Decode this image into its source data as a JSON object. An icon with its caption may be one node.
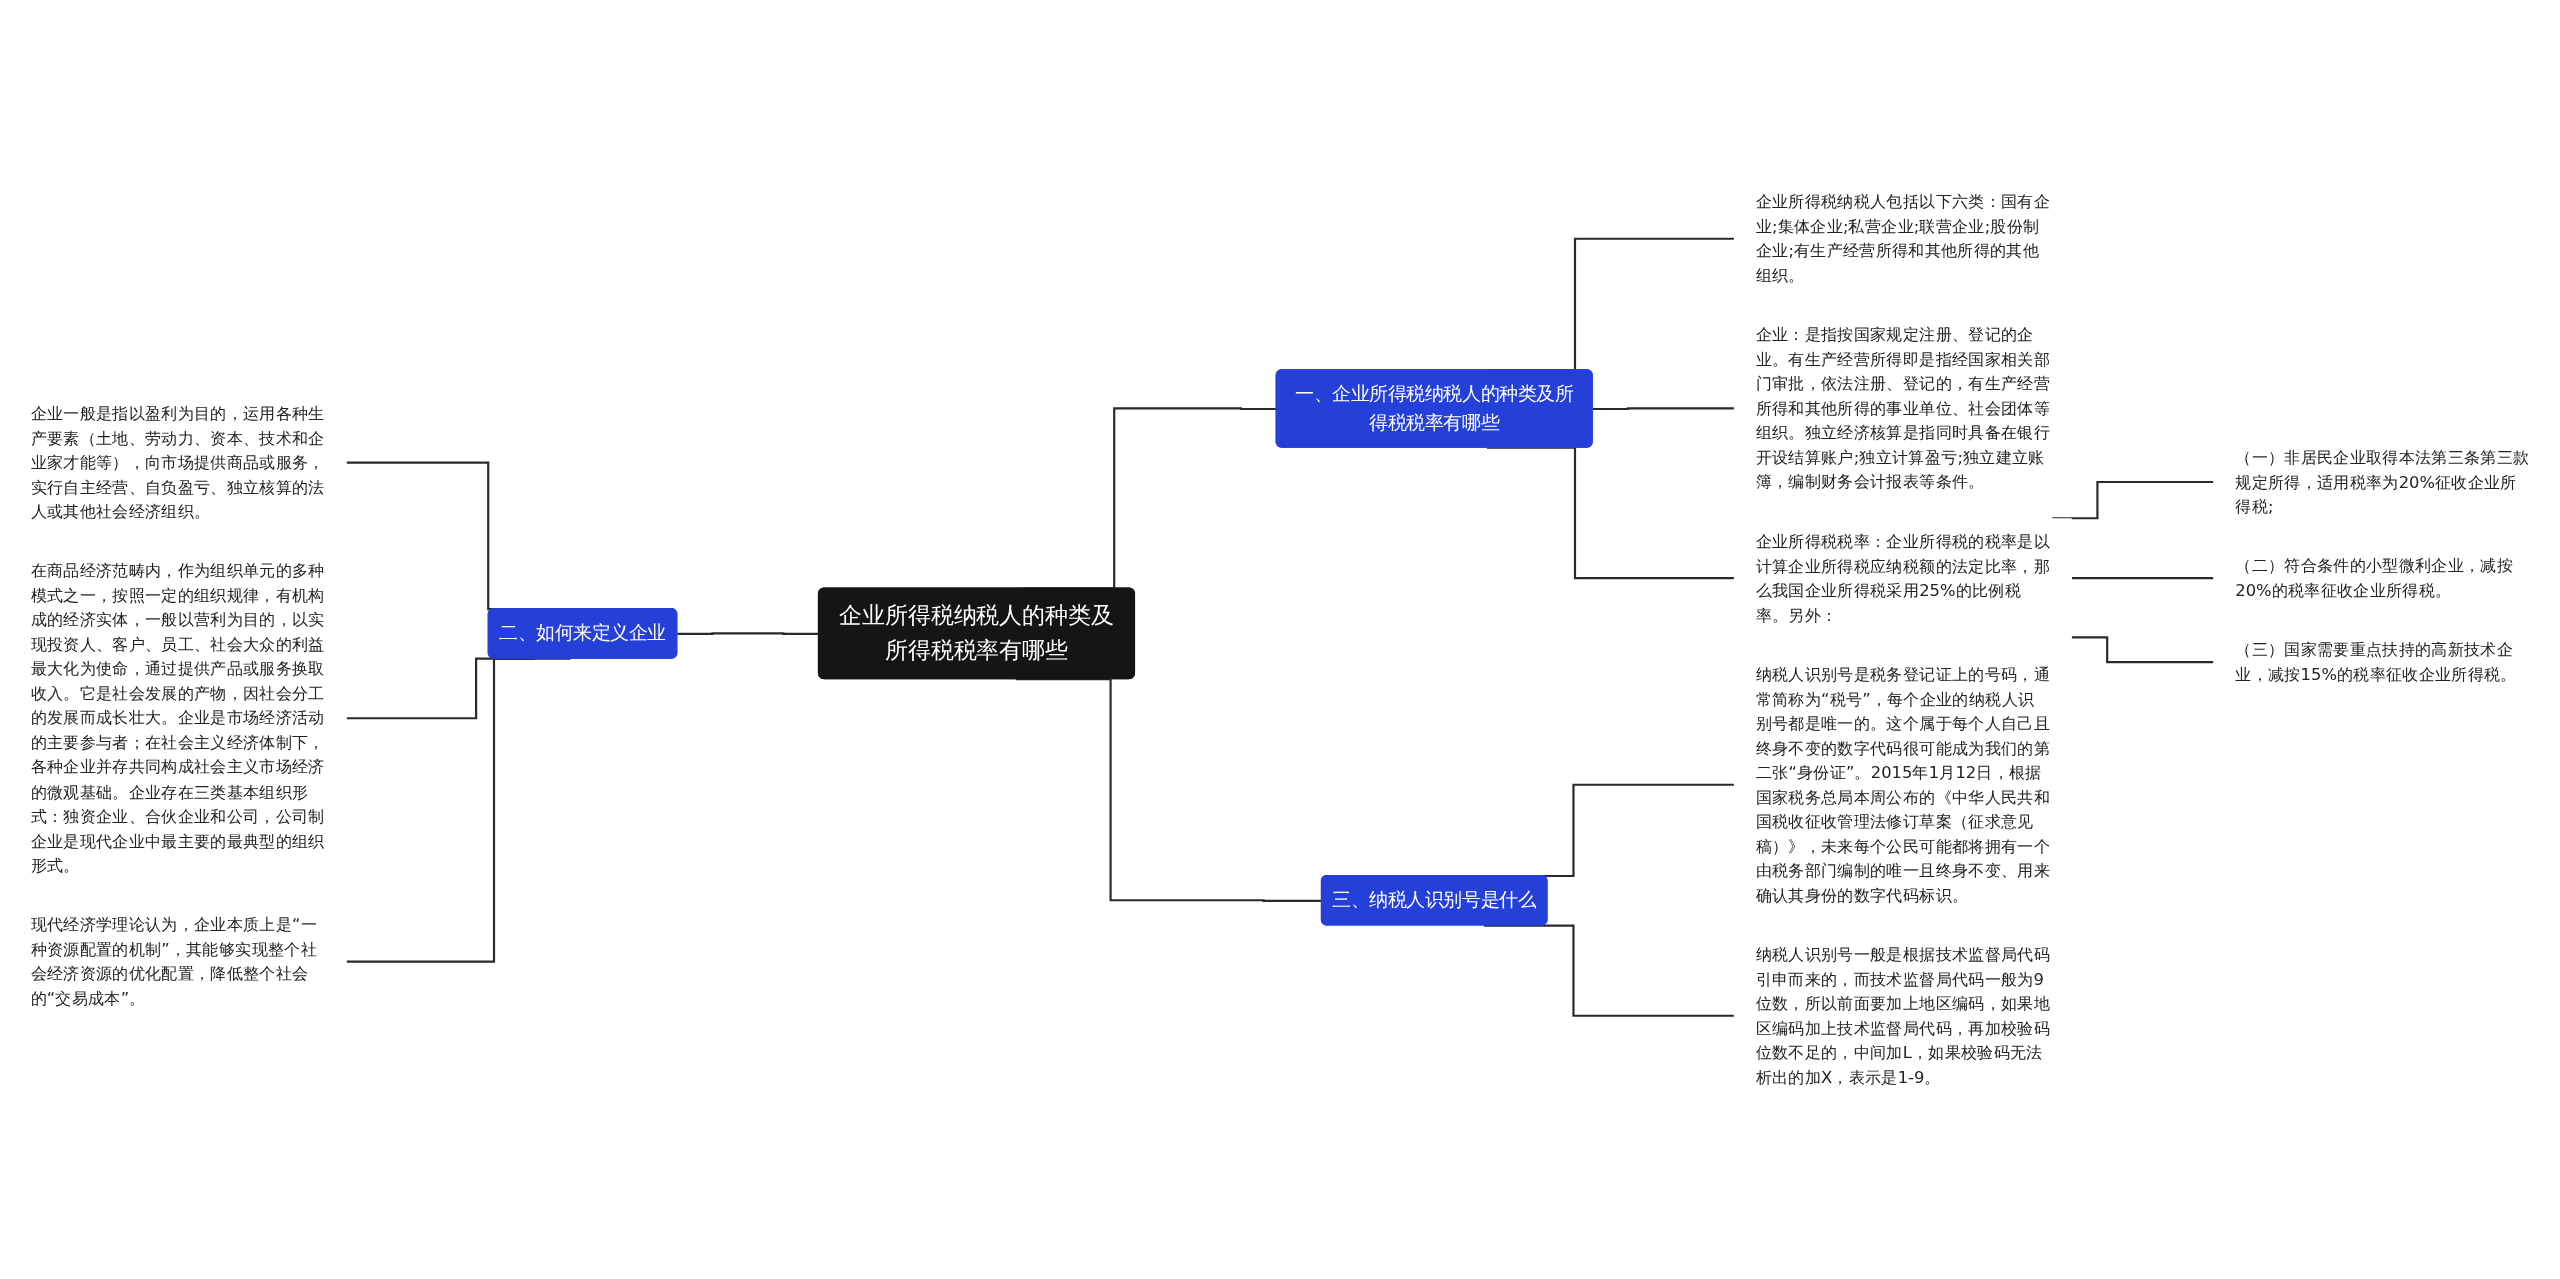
{
  "diagram": {
    "nodes": [
      {
        "text": [
          "企业所得税纳税人的种类及所得税税率有哪些"
        ]
      },
      {
        "text": [
          "一、企业所得税纳税人的种类及所得税税率有哪些"
        ]
      },
      {
        "text": [
          "企业所得税纳税人包括以下六类：国有企业;集体企业;私营企业;联营企业;股份制企业;有生产经营所得和其他所得的其他组织。"
        ]
      },
      {
        "text": [
          "企业：是指按国家规定注册、登记的企业。有生产经营所得即是指经国家相关部门审批，依法注册、登记的，有生产经营所得和其他所得的事业单位、社会团体等组织。独立经济核算是指同时具备在银行开设结算账户;独立计算盈亏;独立建立账簿，编制财务会计报表等条件。"
        ]
      },
      {
        "text": [
          "企业所得税税率：企业所得税的税率是以计算企业所得税应纳税额的法定比率，那么我国企业所得税采用25%的比例税率。另外："
        ]
      },
      {
        "text": [
          "（一）非居民企业取得本法第三条第三款规定所得，适用税率为20%征收企业所得税;"
        ]
      },
      {
        "text": [
          "（二）符合条件的小型微利企业，减按20%的税率征收企业所得税。"
        ]
      },
      {
        "text": [
          "（三）国家需要重点扶持的高新技术企业，减按15%的税率征收企业所得税。"
        ]
      },
      {
        "text": [
          "二、如何来定义企业"
        ]
      },
      {
        "text": [
          "企业一般是指以盈利为目的，运用各种生产要素（土地、劳动力、资本、技术和企业家才能等），向市场提供商品或服务，实行自主经营、自负盈亏、独立核算的法人或其他社会经济组织。"
        ]
      },
      {
        "text": [
          "在商品经济范畴内，作为组织单元的多种模式之一，按照一定的组织规律，有机构成的经济实体，一般以营利为目的，以实现投资人、客户、员工、社会大众的利益最大化为使命，通过提供产品或服务换取收入。它是社会发展的产物，因社会分工的发展而成长壮大。企业是市场经济活动的主要参与者；在社会主义经济体制下，各种企业并存共同构成社会主义市场经济的微观基础。企业存在三类基本组织形式：独资企业、合伙企业和公司，公司制企业是现代企业中最主要的最典型的组织形式。"
        ]
      },
      {
        "text": [
          "现代经济学理论认为，企业本质上是“一种资源配置的机制”，其能够实现整个社会经济资源的优化配置，降低整个社会的“交易成本”。"
        ]
      },
      {
        "text": [
          "三、纳税人识别号是什么"
        ]
      },
      {
        "text": [
          "纳税人识别号是税务登记证上的号码，通常简称为“税号”，每个企业的纳税人识别号都是唯一的。这个属于每个人自己且终身不变的数字代码很可能成为我们的第二张“身份证”。2015年1月12日，根据国家税务总局本周公布的《中华人民共和国税收征收管理法修订草案（征求意见稿）》，未来每个公民可能都将拥有一个由税务部门编制的唯一且终身不变、用来确认其身份的数字代码标识。"
        ]
      },
      {
        "text": [
          "纳税人识别号一般是根据技术监督局代码引申而来的，而技术监督局代码一般为9位数，所以前面要加上地区编码，如果地区编码加上技术监督局代码，再加校验码位数不足的，中间加L，如果校验码无法析出的加X，表示是1-9。"
        ]
      }
    ],
    "edges": [
      {
        "from": 0,
        "to": 1,
        "arrow": "none"
      },
      {
        "from": 1,
        "to": 2,
        "arrow": "none"
      },
      {
        "from": 1,
        "to": 3,
        "arrow": "none"
      },
      {
        "from": 1,
        "to": 4,
        "arrow": "none"
      },
      {
        "from": 4,
        "to": 5,
        "arrow": "none"
      },
      {
        "from": 4,
        "to": 6,
        "arrow": "none"
      },
      {
        "from": 4,
        "to": 7,
        "arrow": "none"
      },
      {
        "from": 8,
        "to": 0,
        "arrow": "none"
      },
      {
        "from": 9,
        "to": 8,
        "arrow": "none"
      },
      {
        "from": 10,
        "to": 8,
        "arrow": "none"
      },
      {
        "from": 11,
        "to": 8,
        "arrow": "none"
      },
      {
        "from": 0,
        "to": 12,
        "arrow": "none"
      },
      {
        "from": 12,
        "to": 13,
        "arrow": "none"
      },
      {
        "from": 12,
        "to": 14,
        "arrow": "none"
      }
    ]
  }
}
